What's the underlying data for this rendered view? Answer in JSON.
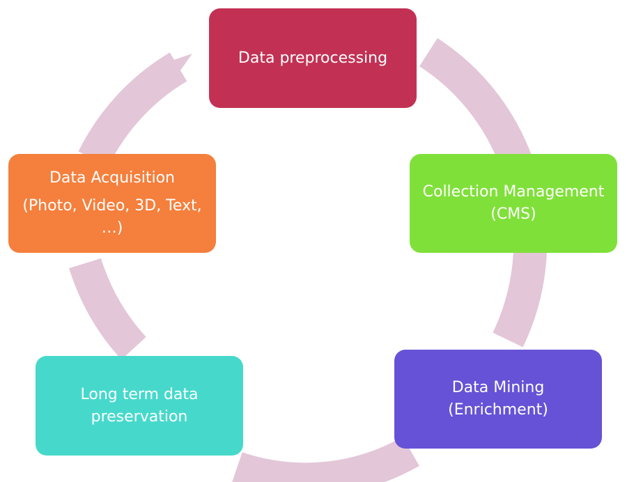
{
  "colors": {
    "arrow": "#E3C6D8",
    "preprocessing": "#C23154",
    "cms": "#80E03A",
    "mining": "#6652D6",
    "preservation": "#46D9CB",
    "acquisition": "#F57F3C",
    "text": "#FFFFFF"
  },
  "nodes": {
    "preprocessing": {
      "lines": [
        "Data preprocessing"
      ]
    },
    "cms": {
      "lines": [
        "Collection Management",
        "(CMS)"
      ]
    },
    "mining": {
      "lines": [
        "Data Mining",
        "(Enrichment)"
      ]
    },
    "preservation": {
      "lines": [
        "Long term data",
        "preservation"
      ]
    },
    "acquisition": {
      "lines": [
        "Data Acquisition",
        "(Photo, Video, 3D, Text,",
        "…)"
      ]
    }
  }
}
